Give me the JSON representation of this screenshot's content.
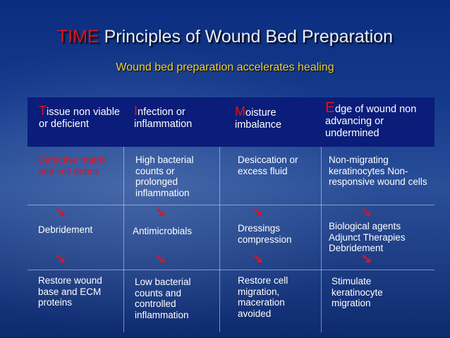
{
  "title": {
    "accent": "TIME",
    "rest": " Principles of Wound Bed Preparation"
  },
  "subtitle": "Wound bed preparation accelerates healing",
  "headers": [
    {
      "cap": "T",
      "rest": "issue non viable or deficient"
    },
    {
      "cap": "I",
      "rest": "nfection or inflammation"
    },
    {
      "cap": "M",
      "rest": "oisture imbalance"
    },
    {
      "cap": "E",
      "rest": "dge of wound non advancing or undermined"
    }
  ],
  "problems": [
    "Defective matrix and cell debris",
    "High bacterial counts or prolonged inflammation",
    "Desiccation or excess fluid",
    "Non-migrating keratinocytes Non-responsive wound cells"
  ],
  "interventions": [
    "Debridement",
    "Antimicrobials",
    "Dressings compression",
    "Biological agents Adjunct Therapies Debridement"
  ],
  "outcomes": [
    "Restore wound base and ECM proteins",
    "Low bacterial counts and controlled inflammation",
    "Restore cell migration, maceration avoided",
    "Stimulate keratinocyte migration"
  ],
  "arrow_glyph": "➘",
  "colors": {
    "accent_red": "#e3121b",
    "subtitle_yellow": "#f0d236",
    "header_bar": "#0a1d7a"
  }
}
